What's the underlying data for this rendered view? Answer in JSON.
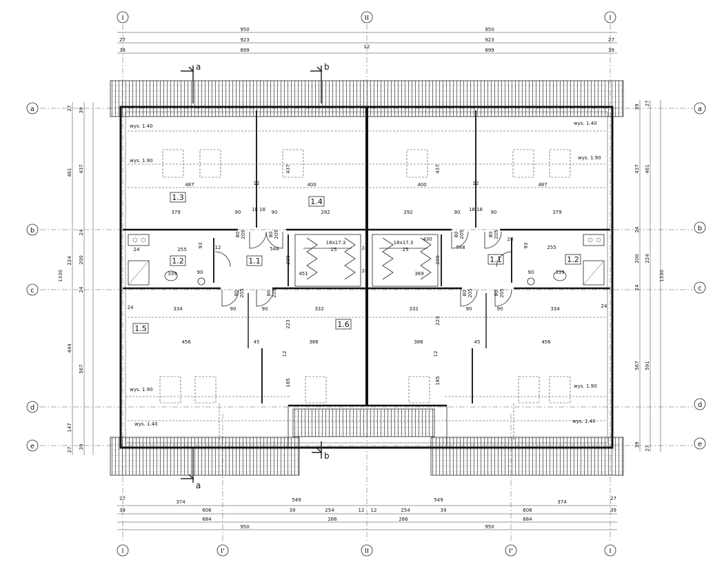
{
  "axes": {
    "vertical": {
      "I": "I",
      "Ip": "I'",
      "II": "II",
      "Ipp": "I'"
    },
    "horizontal": {
      "a": "a",
      "b": "b",
      "c": "c",
      "d": "d",
      "e": "e"
    }
  },
  "sections": {
    "a": "a",
    "b": "b"
  },
  "rooms": {
    "r11": "1.1",
    "r12": "1.2",
    "r13": "1.3",
    "r14": "1.4",
    "r15": "1.5",
    "r16": "1.6"
  },
  "notes": {
    "wys140": "wys. 1.40",
    "wys190": "wys. 1.90",
    "stairs": "18x17.3"
  },
  "dims": {
    "top": {
      "r1": [
        "950",
        "950"
      ],
      "r2": [
        "27",
        "923",
        "923",
        "27"
      ],
      "r3": [
        "39",
        "899",
        "12",
        "899",
        "39"
      ]
    },
    "bottom": {
      "r1": [
        "27",
        "374",
        "549",
        "549",
        "374",
        "27"
      ],
      "r2": [
        "39",
        "606",
        "39",
        "254",
        "12",
        "12",
        "254",
        "39",
        "606",
        "39"
      ],
      "r3": [
        "684",
        "266",
        "266",
        "684"
      ],
      "r4": [
        "950",
        "950"
      ]
    },
    "left": {
      "r1": [
        "27",
        "461",
        "224",
        "444",
        "147",
        "27"
      ],
      "r2": [
        "39",
        "437",
        "24",
        "200",
        "24",
        "567",
        "39"
      ],
      "total": "1330"
    },
    "right": {
      "r1": [
        "39",
        "437",
        "24",
        "200",
        "24",
        "567",
        "39"
      ],
      "r2": [
        "27",
        "461",
        "224",
        "591",
        "27"
      ],
      "total": "1330"
    },
    "inner": {
      "d487": "487",
      "d400": "400",
      "d379": "379",
      "d90": "90",
      "d292": "292",
      "d1818": "18 18",
      "d437": "437",
      "d12": "12",
      "d80": "80",
      "d205": "205",
      "d255": "255",
      "d93": "93",
      "d548": "548",
      "d200": "200",
      "d430": "430",
      "d24": "24",
      "d25": "25",
      "d28": "28",
      "d451": "451",
      "d369": "369",
      "d339": "339",
      "d334": "334",
      "d332": "332",
      "d456": "456",
      "d386": "386",
      "d45": "45",
      "d223": "223",
      "d185": "185",
      "d567": "567"
    }
  }
}
